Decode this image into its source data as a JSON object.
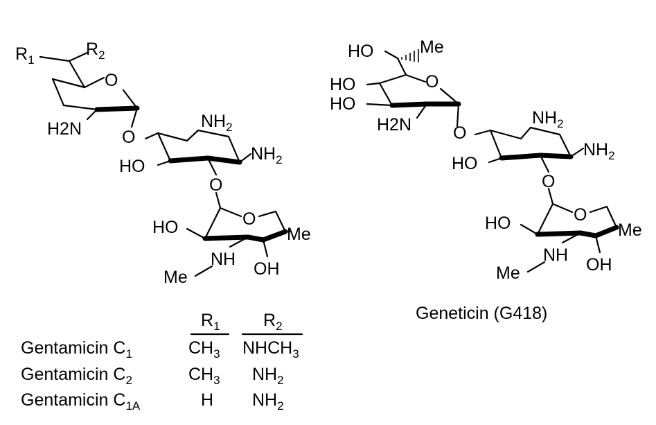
{
  "gentamicin": {
    "labels": {
      "r1": "R1",
      "r2": "R2",
      "ring_o_top": "O",
      "h2n_left": "H2N",
      "o_link1": "O",
      "nh2_top": "NH2",
      "nh2_right": "NH2",
      "ho_mid": "HO",
      "o_link2": "O",
      "ring_o_bottom": "O",
      "ho_bottom": "HO",
      "me_right": "Me",
      "nh_bottom": "NH",
      "me_bottom": "Me",
      "oh_bottom": "OH"
    },
    "table": {
      "header_r1": "R1",
      "header_r2": "R2",
      "rows": [
        {
          "name": "Gentamicin C1",
          "r1": "CH3",
          "r2": "NHCH3"
        },
        {
          "name": "Gentamicin C2",
          "r1": "CH3",
          "r2": "NH2"
        },
        {
          "name": "Gentamicin C1A",
          "r1": "H",
          "r2": "NH2"
        }
      ]
    }
  },
  "geneticin": {
    "labels": {
      "ho_top": "HO",
      "me_top": "Me",
      "ho_1": "HO",
      "ho_2": "HO",
      "ring_o_top": "O",
      "h2n_left": "H2N",
      "o_link1": "O",
      "nh2_top": "NH2",
      "nh2_right": "NH2",
      "ho_mid": "HO",
      "o_link2": "O",
      "ring_o_bottom": "O",
      "ho_bottom": "HO",
      "me_right": "Me",
      "nh_bottom": "NH",
      "me_bottom": "Me",
      "oh_bottom": "OH"
    },
    "caption": "Geneticin (G418)"
  }
}
